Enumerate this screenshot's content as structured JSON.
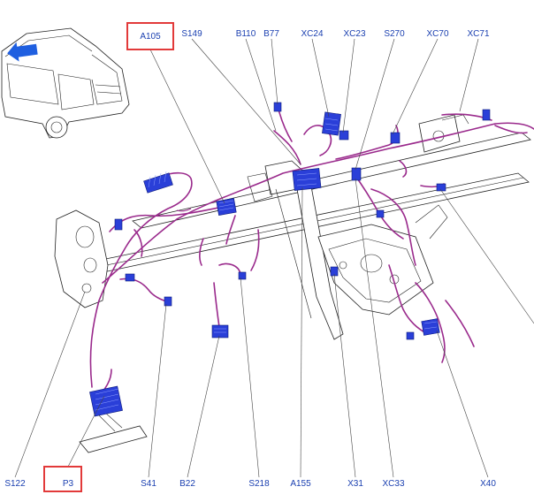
{
  "callouts_top": [
    {
      "id": "A105",
      "highlighted": true
    },
    {
      "id": "S149",
      "highlighted": false
    },
    {
      "id": "B110",
      "highlighted": false
    },
    {
      "id": "B77",
      "highlighted": false
    },
    {
      "id": "XC24",
      "highlighted": false
    },
    {
      "id": "XC23",
      "highlighted": false
    },
    {
      "id": "S270",
      "highlighted": false
    },
    {
      "id": "XC70",
      "highlighted": false
    },
    {
      "id": "XC71",
      "highlighted": false
    }
  ],
  "callouts_bottom": [
    {
      "id": "S122",
      "highlighted": false
    },
    {
      "id": "P3",
      "highlighted": true
    },
    {
      "id": "S41",
      "highlighted": false
    },
    {
      "id": "B22",
      "highlighted": false
    },
    {
      "id": "S218",
      "highlighted": false
    },
    {
      "id": "A155",
      "highlighted": false
    },
    {
      "id": "X31",
      "highlighted": false
    },
    {
      "id": "XC33",
      "highlighted": false
    },
    {
      "id": "X40",
      "highlighted": false
    }
  ],
  "colors": {
    "callout_text": "#1a3fb0",
    "highlight_box": "#e23a3a",
    "harness": "#9a2a8c",
    "connector": "#2a3fd8",
    "direction_arrow": "#1f5fe0"
  },
  "icons": {
    "vehicle": "vehicle-orientation-icon",
    "arrow": "front-direction-arrow-icon"
  }
}
